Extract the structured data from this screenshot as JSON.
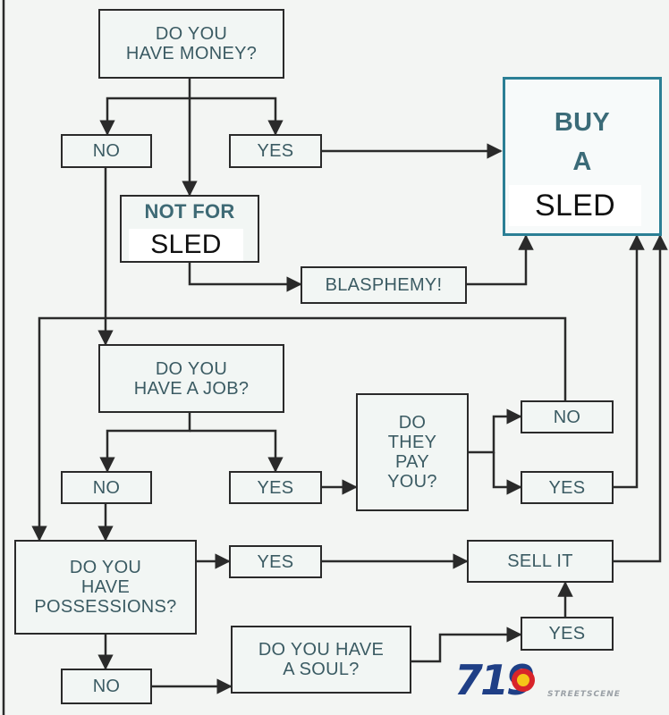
{
  "diagram": {
    "nodes": {
      "q_money": "DO YOU\nHAVE MONEY?",
      "money_no": "NO",
      "money_yes": "YES",
      "buy_line1": "BUY\nA",
      "buy_sled": "SLED",
      "not_for": "NOT FOR",
      "not_for_sled": "SLED",
      "blasphemy": "BLASPHEMY!",
      "q_job": "DO YOU\nHAVE A JOB?",
      "job_no": "NO",
      "job_yes": "YES",
      "q_pay": "DO\nTHEY\nPAY\nYOU?",
      "pay_no": "NO",
      "pay_yes": "YES",
      "q_possessions": "DO YOU\nHAVE\nPOSSESSIONS?",
      "poss_yes": "YES",
      "sell_it": "SELL IT",
      "poss_no": "NO",
      "q_soul": "DO YOU HAVE\nA SOUL?",
      "soul_yes": "YES"
    },
    "watermark": {
      "logo_text": "719",
      "sub_text": "STREETSCENE"
    },
    "colors": {
      "line": "#2a2a2a",
      "text": "#3b5b63",
      "accent": "#2b7f95"
    }
  }
}
